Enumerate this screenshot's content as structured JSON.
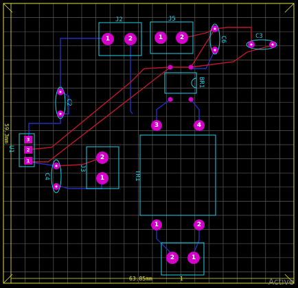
{
  "board": {
    "dimension_horizontal": "63.85mm",
    "dimension_vertical": "59.3mm",
    "dimension_marker": "1",
    "colors": {
      "background": "#000000",
      "grid": "#5a5a5a",
      "border": "#e6e63a",
      "silkscreen": "#22d3e6",
      "top_trace": "#c0182a",
      "bottom_trace": "#2230c0",
      "pad": "#d200c8"
    }
  },
  "components": {
    "j2": {
      "label": "J2",
      "pads": [
        "1",
        "2"
      ]
    },
    "j5": {
      "label": "J5",
      "pads": [
        "1",
        "2"
      ]
    },
    "c6": {
      "label": "C6"
    },
    "c3": {
      "label": "C3"
    },
    "br1": {
      "label": "BR1"
    },
    "c2": {
      "label": "C2"
    },
    "u1": {
      "label": "U1",
      "pads": [
        "3",
        "2",
        "1"
      ]
    },
    "j3": {
      "label": "J3",
      "pads": [
        "2",
        "1"
      ]
    },
    "c4": {
      "label": "C4"
    },
    "tr1": {
      "label": "TR1",
      "pads": [
        "3",
        "4",
        "1",
        "2"
      ]
    },
    "j1": {
      "pads": [
        "2",
        "1"
      ]
    }
  },
  "watermark": "Active"
}
